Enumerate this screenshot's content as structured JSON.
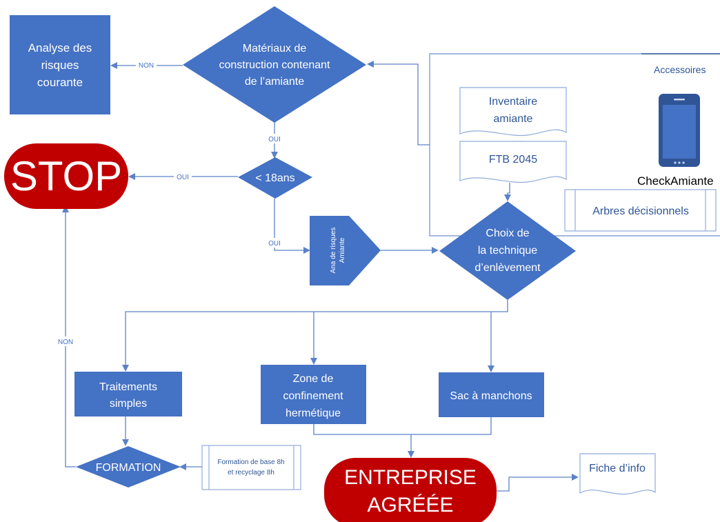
{
  "nodes": {
    "analyse": [
      "Analyse des",
      "risques",
      "courante"
    ],
    "materiaux": [
      "Matériaux de",
      "construction contenant",
      "de l’amiante"
    ],
    "stop": "STOP",
    "age": "< 18ans",
    "ana_risques": [
      "Ana de risques",
      "Amiante"
    ],
    "choix": [
      "Choix de",
      "la technique",
      "d’enlèvement"
    ],
    "inventaire": [
      "Inventaire",
      "amiante"
    ],
    "ftb": "FTB 2045",
    "accessoires": "Accessoires",
    "checkamiante": "CheckAmiante",
    "arbres": "Arbres décisionnels",
    "traitements": [
      "Traitements",
      "simples"
    ],
    "zone": [
      "Zone de",
      "confinement",
      "hermétique"
    ],
    "sac": "Sac à manchons",
    "formation": "FORMATION",
    "formation_base": [
      "Formation de base 8h",
      "et recyclage 8h"
    ],
    "entreprise": [
      "ENTREPRISE",
      "AGRÉÉE"
    ],
    "fiche": "Fiche d’info"
  },
  "edge_labels": {
    "non_top": "NON",
    "oui_1": "OUI",
    "oui_stop": "OUI",
    "oui_2": "OUI",
    "non_left": "NON"
  },
  "colors": {
    "blue": "#4472c4",
    "line": "#5b82c7",
    "red": "#c00000",
    "doc_text": "#2f5597",
    "doc_border": "#8faadc"
  }
}
